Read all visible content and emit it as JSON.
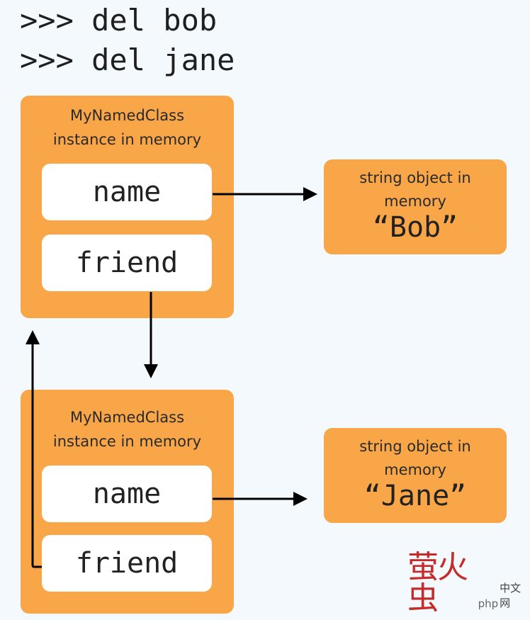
{
  "code": {
    "line1": ">>> del bob",
    "line2": ">>> del jane"
  },
  "instances": [
    {
      "title": "MyNamedClass\ninstance in memory",
      "field_name": "name",
      "field_friend": "friend"
    },
    {
      "title": "MyNamedClass\ninstance in memory",
      "field_name": "name",
      "field_friend": "friend"
    }
  ],
  "strings": [
    {
      "label": "string object in\nmemory",
      "value": "“Bob”"
    },
    {
      "label": "string object in\nmemory",
      "value": "“Jane”"
    }
  ],
  "watermark": {
    "chinese": "萤火虫",
    "php": "php",
    "cn": "中文网"
  },
  "colors": {
    "background": "#f3f9fc",
    "box": "#f9a648",
    "field": "#ffffff",
    "arrow": "#000000",
    "watermark_red": "#c62b2b"
  }
}
